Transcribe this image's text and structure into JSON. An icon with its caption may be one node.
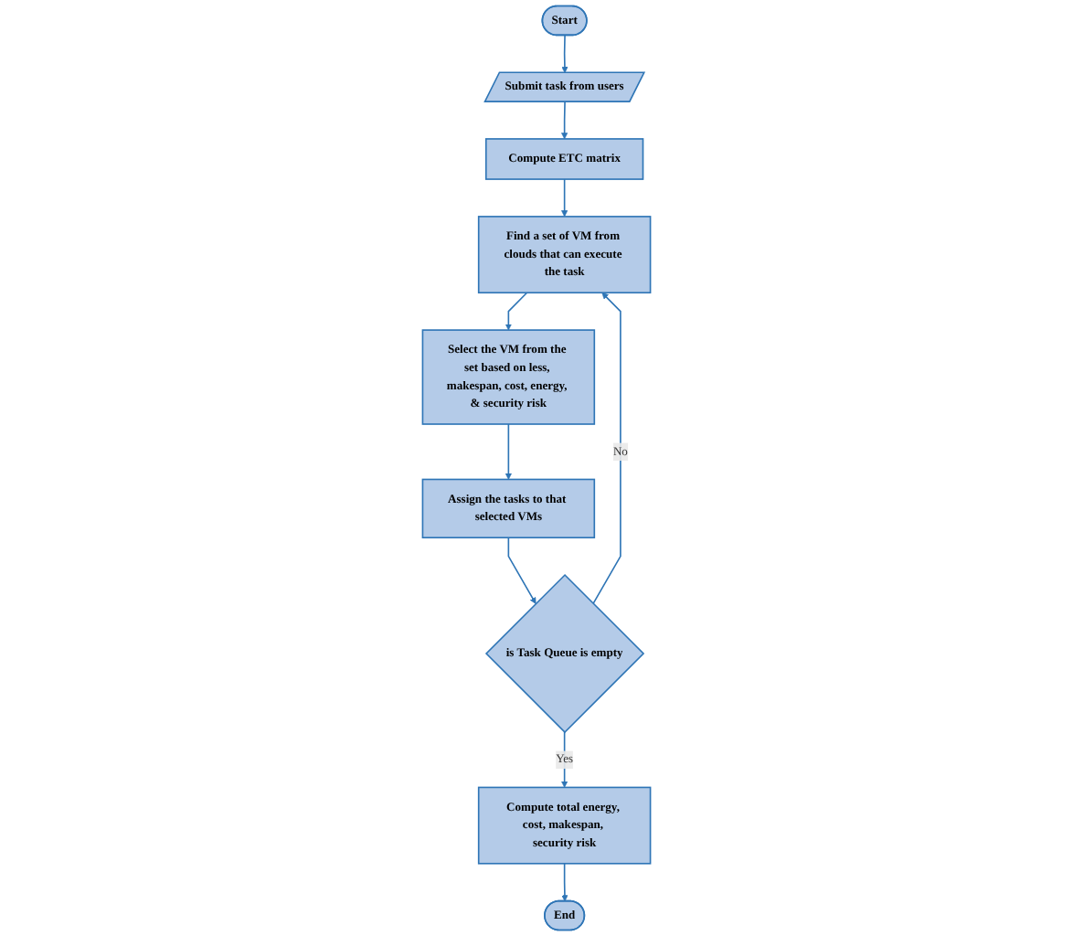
{
  "diagram": {
    "nodes": [
      {
        "text": [
          "Start"
        ]
      },
      {
        "text": [
          "Submit task from users"
        ]
      },
      {
        "text": [
          "Compute ETC matrix"
        ]
      },
      {
        "text": [
          "Find a set of VM from clouds that can execute the task"
        ]
      },
      {
        "text": [
          "Select the VM from the set based on less, makespan, cost, energy, & security risk"
        ]
      },
      {
        "text": [
          "Assign the tasks to that selected VMs"
        ]
      },
      {
        "text": [
          "is Task Queue is empty"
        ]
      },
      {
        "text": [
          "Compute total energy, cost, makespan, security risk"
        ]
      },
      {
        "text": [
          "End"
        ]
      }
    ],
    "edges": [
      {
        "from": 0,
        "to": 1,
        "arrow": "to"
      },
      {
        "from": 1,
        "to": 2,
        "arrow": "to"
      },
      {
        "from": 2,
        "to": 3,
        "arrow": "to"
      },
      {
        "from": 3,
        "to": 4,
        "arrow": "to"
      },
      {
        "from": 4,
        "to": 5,
        "arrow": "to"
      },
      {
        "from": 5,
        "to": 6,
        "arrow": "to"
      },
      {
        "from": 6,
        "to": 3,
        "arrow": "to",
        "label": "No"
      },
      {
        "from": 6,
        "to": 7,
        "arrow": "to",
        "label": "Yes"
      },
      {
        "from": 7,
        "to": 8,
        "arrow": "to"
      }
    ]
  }
}
